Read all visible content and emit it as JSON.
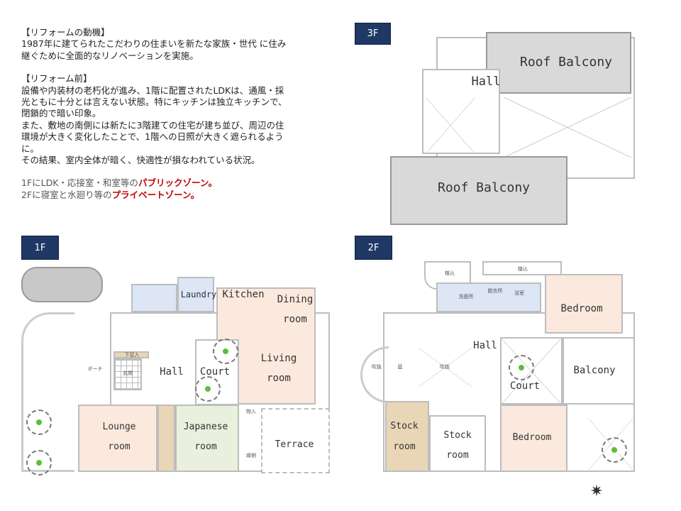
{
  "description": {
    "motive_heading": "【リフォームの動機】",
    "motive_lines": [
      "1987年に建てられたこだわりの住まいを新たな家族・世代 に住み",
      "継ぐために全面的なリノベーションを実施。"
    ],
    "before_heading": "【リフォーム前】",
    "before_lines": [
      "設備や内装材の老朽化が進み、1階に配置されたLDKは、通風・採",
      "光ともに十分とは言えない状態。特にキッチンは独立キッチンで、",
      "閉鎖的で暗い印象。",
      "また、敷地の南側には新たに3階建ての住宅が建ち並び、周辺の住",
      "環境が大きく変化したことで、1階への日照が大きく遮られるよう",
      "に。",
      "その結果、室内全体が暗く、快適性が損なわれている状況。"
    ],
    "zone1_prefix": "1FにLDK・応接室・和室等の",
    "zone1_highlight": "パブリックゾーン。",
    "zone2_prefix": "2Fに寝室と水廻り等の",
    "zone2_highlight": "プライベートゾーン。"
  },
  "floors": {
    "f3": {
      "badge": "3F",
      "rooms": {
        "roof_balcony_top": "Roof Balcony",
        "hall": "Hall",
        "roof_balcony_bottom": "Roof Balcony"
      }
    },
    "f1": {
      "badge": "1F",
      "rooms": {
        "laundry": "Laundry",
        "kitchen": "Kitchen",
        "dining_1": "Dining",
        "dining_2": "room",
        "living_1": "Living",
        "living_2": "room",
        "court": "Court",
        "hall": "Hall",
        "lounge_1": "Lounge",
        "lounge_2": "room",
        "japanese_1": "Japanese",
        "japanese_2": "room",
        "terrace": "Terrace"
      },
      "small": {
        "shoe": "下足入",
        "entrance": "玄関",
        "porch": "ポーチ",
        "storage": "物入",
        "engawa": "縁側"
      }
    },
    "f2": {
      "badge": "2F",
      "rooms": {
        "bedroom_top": "Bedroom",
        "balcony": "Balcony",
        "hall": "Hall",
        "court": "Court",
        "stock_left_1": "Stock",
        "stock_left_2": "room",
        "stock_mid_1": "Stock",
        "stock_mid_2": "room",
        "bedroom_bottom": "Bedroom"
      },
      "small": {
        "planting_1": "植込",
        "planting_2": "植込",
        "washroom": "洗面所",
        "dressing": "脱衣所",
        "bath": "浴室",
        "void_1": "吹抜",
        "garden": "庭",
        "void_2": "吹抜"
      }
    }
  },
  "colors": {
    "badge": "#1f3864",
    "highlight": "#c00000"
  }
}
